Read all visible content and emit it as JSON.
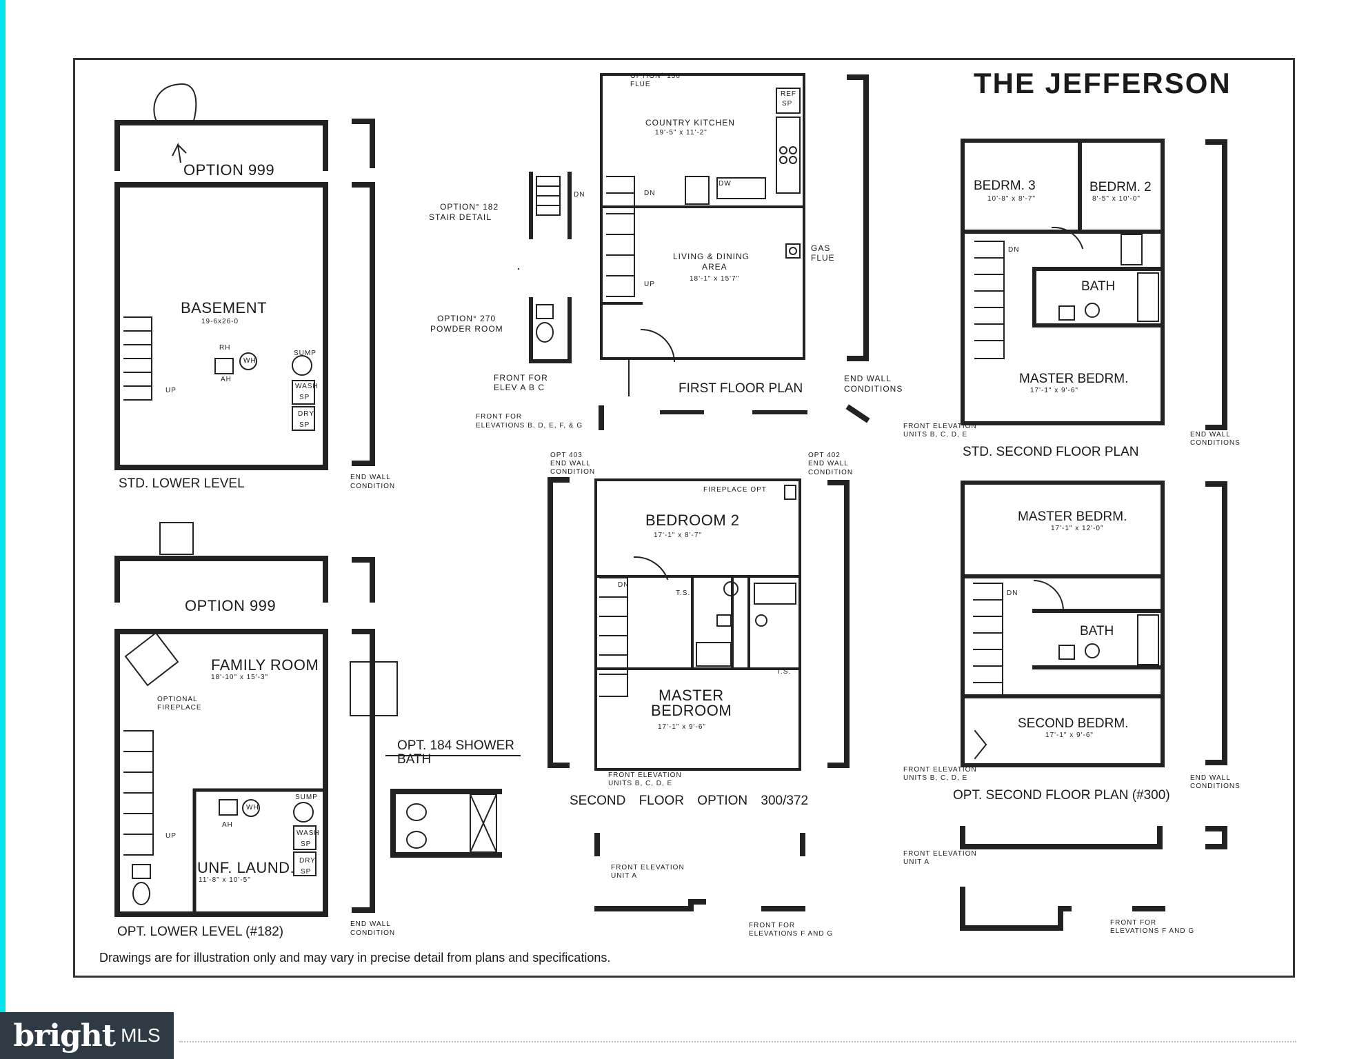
{
  "title": "THE JEFFERSON",
  "disclaimer": "Drawings are for illustration only and may vary in precise detail from plans and specifications.",
  "brand": {
    "word": "bright",
    "suffix": "MLS",
    "bg_color": "#2f3a44"
  },
  "accent_color": "#00e5ee",
  "lower_std": {
    "option_label": "OPTION 999",
    "room": "BASEMENT",
    "dims": "19-6x26-0",
    "rh": "RH",
    "ah": "AH",
    "wh": "WH",
    "sump": "SUMP",
    "wash": "WASH",
    "dry": "DRY",
    "sp": "SP",
    "up": "UP",
    "caption": "STD. LOWER LEVEL",
    "end_wall": "END WALL",
    "condition": "CONDITION"
  },
  "lower_opt": {
    "option_label": "OPTION 999",
    "room": "FAMILY ROOM",
    "dims": "18'-10\" x 15'-3\"",
    "fireplace1": "OPTIONAL",
    "fireplace2": "FIREPLACE",
    "laundry": "UNF. LAUND.",
    "laundry_dims": "11'-8\" x 10'-5\"",
    "ah": "AH",
    "wh": "WH",
    "sump": "SUMP",
    "wash": "WASH",
    "dry": "DRY",
    "sp": "SP",
    "up": "UP",
    "caption": "OPT. LOWER LEVEL (#182)",
    "end_wall": "END WALL",
    "condition": "CONDITION"
  },
  "shower": {
    "line1": "OPT. 184 SHOWER",
    "line2": "BATH"
  },
  "stair_detail": {
    "line1": "OPTION° 182",
    "line2": "STAIR DETAIL",
    "dn": "DN"
  },
  "powder": {
    "line1": "OPTION° 270",
    "line2": "POWDER ROOM"
  },
  "first_floor": {
    "option_flue1": "OPTION° 138",
    "option_flue2": "FLUE",
    "kitchen": "COUNTRY KITCHEN",
    "kitchen_dims": "19'-5\" x 11'-2\"",
    "ref": "REF",
    "sp": "SP",
    "dw": "DW",
    "dn": "DN",
    "up": "UP",
    "living1": "LIVING & DINING",
    "living2": "AREA",
    "living_dims": "18'-1\" x 15'7\"",
    "gas1": "GAS",
    "gas2": "FLUE",
    "caption": "FIRST FLOOR PLAN",
    "front1_a": "FRONT FOR",
    "front1_b": "ELEV A B C",
    "front2": "FRONT FOR",
    "front2_b": "ELEVATIONS B, D, E, F, & G",
    "end_wall": "END WALL",
    "conditions": "CONDITIONS"
  },
  "second_option": {
    "opt403_1": "OPT 403",
    "opt403_2": "END WALL",
    "opt403_3": "CONDITION",
    "opt402_1": "OPT 402",
    "opt402_2": "END WALL",
    "opt402_3": "CONDITION",
    "fireplace": "FIREPLACE OPT",
    "bed2": "BEDROOM 2",
    "bed2_dims": "17'-1\" x 8'-7\"",
    "dn": "DN",
    "ts": "T.S.",
    "ts2": "T.S.",
    "master1": "MASTER",
    "master2": "BEDROOM",
    "master_dims": "17'-1\" x 9'-6\"",
    "front_a": "FRONT ELEVATION",
    "front_b": "UNITS B, C, D, E",
    "caption": "SECOND FLOOR OPTION 300/372",
    "front_unit_a1": "FRONT ELEVATION",
    "front_unit_a2": "UNIT A",
    "front_fg1": "FRONT FOR",
    "front_fg2": "ELEVATIONS F AND G"
  },
  "second_std": {
    "bed3": "BEDRM. 3",
    "bed3_dims": "10'-8\" x 8'-7\"",
    "bed2": "BEDRM. 2",
    "bed2_dims": "8'-5\" x 10'-0\"",
    "dn": "DN",
    "bath": "BATH",
    "master": "MASTER BEDRM.",
    "master_dims": "17'-1\" x 9'-6\"",
    "front1": "FRONT ELEVATION",
    "front2": "UNITS B, C, D, E",
    "caption": "STD. SECOND FLOOR PLAN",
    "end_wall": "END WALL",
    "conditions": "CONDITIONS"
  },
  "second_opt300": {
    "master": "MASTER BEDRM.",
    "master_dims": "17'-1\" x 12'-0\"",
    "dn": "DN",
    "bath": "BATH",
    "second": "SECOND BEDRM.",
    "second_dims": "17'-1\" x 9'-6\"",
    "front1": "FRONT ELEVATION",
    "front2": "UNITS B, C, D, E",
    "caption": "OPT. SECOND FLOOR PLAN (#300)",
    "end_wall": "END WALL",
    "conditions": "CONDITIONS",
    "unit_a1": "FRONT ELEVATION",
    "unit_a2": "UNIT A",
    "fg1": "FRONT FOR",
    "fg2": "ELEVATIONS F AND G"
  }
}
